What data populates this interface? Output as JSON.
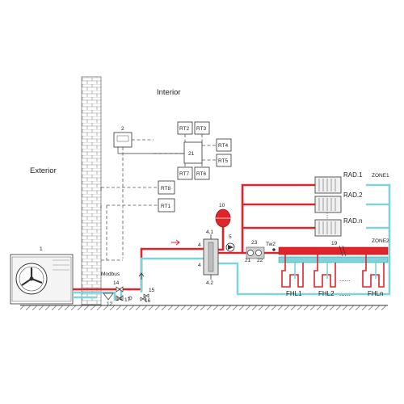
{
  "labels": {
    "interior": "Interior",
    "exterior": "Exterior",
    "modbus": "Modbus",
    "zone1": "ZONE1",
    "zone2": "ZONE2",
    "tw2": "Tw2"
  },
  "numbers": {
    "n1": "1",
    "n2": "2",
    "n4_1": "4.1",
    "n4": "4",
    "n4b": "4",
    "n4_2": "4.2",
    "n5": "5",
    "n10": "10",
    "n12": "12",
    "n14a": "14",
    "n14b": "14",
    "n15": "15",
    "n16": "16",
    "n17": "17",
    "n19": "19",
    "n21b": "21",
    "n22": "22",
    "n23": "23"
  },
  "thermostats": {
    "center": "21",
    "rt1": "RT1",
    "rt2": "RT2",
    "rt3": "RT3",
    "rt4": "RT4",
    "rt5": "RT5",
    "rt6": "RT6",
    "rt7": "RT7",
    "rt8": "RT8"
  },
  "radiators": {
    "rad1": "RAD.1",
    "rad2": "RAD.2",
    "radn": "RAD.n"
  },
  "floor_loops": {
    "fhl1": "FHL1",
    "fhl2": "FHL2",
    "fhln": "FHLn",
    "dots1": "......",
    "dots2": "......"
  },
  "colors": {
    "supply": "#e0242b",
    "return": "#7fd4dc",
    "wall": "#9a9a9a"
  }
}
